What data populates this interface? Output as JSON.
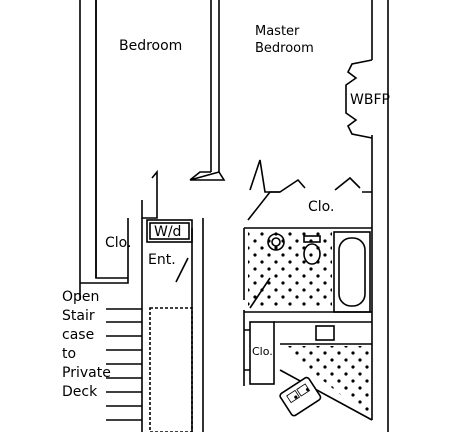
{
  "rooms": {
    "bedroom": "Bedroom",
    "master_line1": "Master",
    "master_line2": "Bedroom",
    "wbfp": "WBFP",
    "closet_upper": "Clo.",
    "closet_left": "Clo.",
    "closet_lower": "Clo.",
    "washer_dryer": "W/d",
    "entry": "Ent."
  },
  "stair_note": [
    "Open",
    "Stair",
    "case",
    "to",
    "Private",
    "Deck"
  ],
  "colors": {
    "line": "#000000",
    "background": "#ffffff"
  }
}
